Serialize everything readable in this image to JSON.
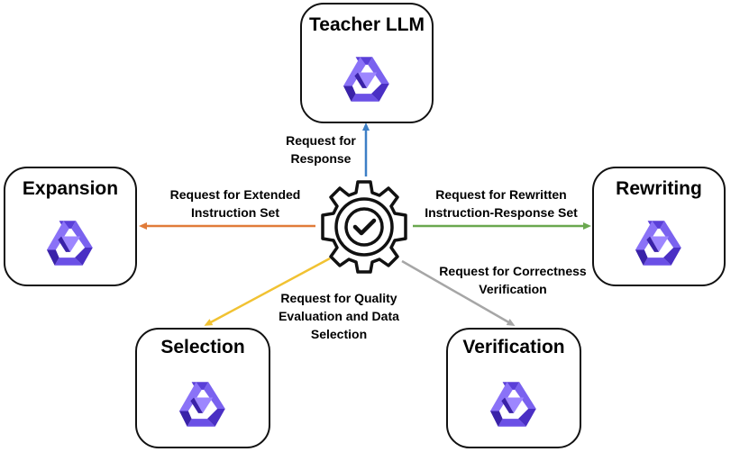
{
  "nodes": {
    "teacher": {
      "title": "Teacher LLM",
      "icon": "qwen-logo-icon"
    },
    "expansion": {
      "title": "Expansion",
      "icon": "qwen-logo-icon"
    },
    "rewriting": {
      "title": "Rewriting",
      "icon": "qwen-logo-icon"
    },
    "selection": {
      "title": "Selection",
      "icon": "qwen-logo-icon"
    },
    "verification": {
      "title": "Verification",
      "icon": "qwen-logo-icon"
    }
  },
  "hub": {
    "icon": "gear-check-icon"
  },
  "edges": {
    "teacher": {
      "line1": "Request for",
      "line2": "Response",
      "color": "#3d7fc6"
    },
    "expansion": {
      "line1": "Request for Extended",
      "line2": "Instruction Set",
      "color": "#e07b39"
    },
    "rewriting": {
      "line1": "Request for Rewritten",
      "line2": "Instruction-Response Set",
      "color": "#6aa84f"
    },
    "selection": {
      "line1": "Request for Quality",
      "line2": "Evaluation and Data",
      "line3": "Selection",
      "color": "#f1c232"
    },
    "verification": {
      "line1": "Request for Correctness",
      "line2": "Verification",
      "color": "#a6a6a6"
    }
  },
  "colors": {
    "logo_dark": "#4a2fc4",
    "logo_mid": "#6b50e6",
    "logo_light": "#9d86ff"
  }
}
